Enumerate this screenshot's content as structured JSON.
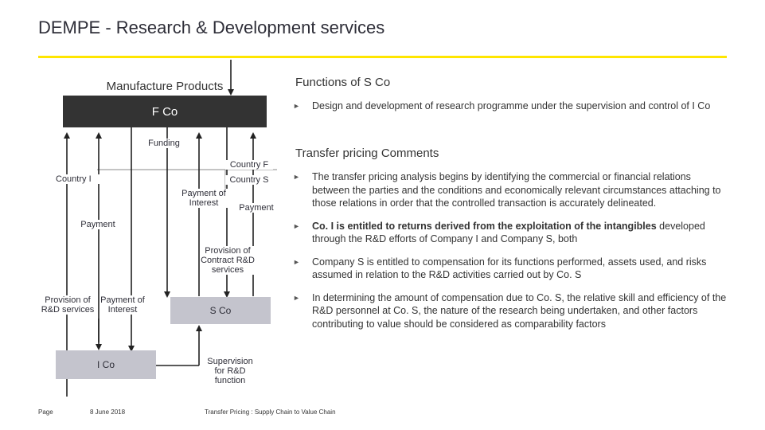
{
  "title": "DEMPE - Research & Development services",
  "diagram": {
    "manufacture_label": "Manufacture Products",
    "fco_label": "F Co",
    "funding_label": "Funding",
    "country_f_label": "Country F",
    "country_i_label": "Country I",
    "country_s_label": "Country S",
    "payment_of_interest_top": "Payment of Interest",
    "payment_right": "Payment",
    "payment_left": "Payment",
    "provision_contract": "Provision of Contract R&D services",
    "provision_rd_services": "Provision of R&D services",
    "payment_of_interest_left": "Payment of Interest",
    "sco_label": "S Co",
    "ico_label": "I Co",
    "supervision_label": "Supervision for R&D function",
    "colors": {
      "dark_box": "#333333",
      "grey_box": "#c4c4cd",
      "accent": "#ffe600"
    }
  },
  "right_panel": {
    "functions_heading": "Functions of S Co",
    "functions_bullets": [
      "Design and development of research programme under the supervision and control of I Co"
    ],
    "tp_heading": "Transfer pricing Comments",
    "tp_bullets": [
      {
        "bold": "",
        "text": "The transfer pricing analysis begins by identifying the commercial or financial relations between the parties and the conditions and economically relevant circumstances attaching to those relations in order that the controlled transaction is accurately delineated."
      },
      {
        "bold": "Co. I is entitled to returns derived from the exploitation of the intangibles",
        "text": " developed through the R&D efforts of Company I and Company S, both"
      },
      {
        "bold": "",
        "text": "Company S is entitled to compensation for its functions performed, assets used, and risks assumed in relation to the R&D activities carried out by Co. S"
      },
      {
        "bold": "",
        "text": "In determining the amount of compensation due to Co. S, the relative skill and efficiency of the R&D personnel at Co. S, the nature of the research being undertaken, and other factors contributing to value should be considered as comparability factors"
      }
    ]
  },
  "footer": {
    "page_label": "Page",
    "date": "8 June 2018",
    "subject": "Transfer Pricing : Supply Chain to Value Chain"
  }
}
